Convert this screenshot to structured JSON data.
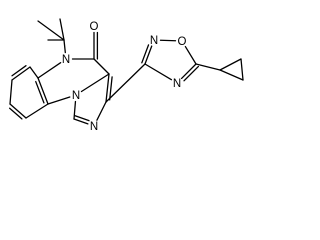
{
  "molecule": {
    "atoms": [
      {
        "id": "me1",
        "element": "C"
      },
      {
        "id": "me2",
        "element": "C"
      },
      {
        "id": "me3",
        "element": "C"
      },
      {
        "id": "cq",
        "element": "C"
      },
      {
        "id": "n5",
        "element": "N",
        "label": "N"
      },
      {
        "id": "c4",
        "element": "C"
      },
      {
        "id": "o4",
        "element": "O",
        "label": "O"
      },
      {
        "id": "c3a",
        "element": "C"
      },
      {
        "id": "c3",
        "element": "C"
      },
      {
        "id": "n2",
        "element": "N",
        "label": "N"
      },
      {
        "id": "c1",
        "element": "C"
      },
      {
        "id": "n10",
        "element": "N",
        "label": "N"
      },
      {
        "id": "c9a",
        "element": "C"
      },
      {
        "id": "c5a",
        "element": "C"
      },
      {
        "id": "b6",
        "element": "C"
      },
      {
        "id": "b7",
        "element": "C"
      },
      {
        "id": "b8",
        "element": "C"
      },
      {
        "id": "b9",
        "element": "C"
      },
      {
        "id": "ox3",
        "element": "C"
      },
      {
        "id": "oxn2",
        "element": "N",
        "label": "N"
      },
      {
        "id": "oxo1",
        "element": "O",
        "label": "O"
      },
      {
        "id": "ox5",
        "element": "C"
      },
      {
        "id": "oxn4",
        "element": "N",
        "label": "N"
      },
      {
        "id": "cp1",
        "element": "C"
      },
      {
        "id": "cp2",
        "element": "C"
      },
      {
        "id": "cp3",
        "element": "C"
      }
    ],
    "bonds": [
      {
        "a": "me1",
        "b": "cq",
        "order": 1
      },
      {
        "a": "me2",
        "b": "cq",
        "order": 1
      },
      {
        "a": "me3",
        "b": "cq",
        "order": 1
      },
      {
        "a": "cq",
        "b": "n5",
        "order": 1
      },
      {
        "a": "n5",
        "b": "c4",
        "order": 1
      },
      {
        "a": "c4",
        "b": "o4",
        "order": 2
      },
      {
        "a": "c4",
        "b": "c3a",
        "order": 1
      },
      {
        "a": "c3a",
        "b": "c3",
        "order": 2
      },
      {
        "a": "c3",
        "b": "n2",
        "order": 1
      },
      {
        "a": "n2",
        "b": "c1",
        "order": 2
      },
      {
        "a": "c1",
        "b": "n10",
        "order": 1
      },
      {
        "a": "n10",
        "b": "c3a",
        "order": 1
      },
      {
        "a": "n10",
        "b": "c9a",
        "order": 1
      },
      {
        "a": "c9a",
        "b": "c5a",
        "order": 2
      },
      {
        "a": "c5a",
        "b": "n5",
        "order": 1
      },
      {
        "a": "c5a",
        "b": "b6",
        "order": 1
      },
      {
        "a": "b6",
        "b": "b7",
        "order": 2
      },
      {
        "a": "b7",
        "b": "b8",
        "order": 1
      },
      {
        "a": "b8",
        "b": "b9",
        "order": 2
      },
      {
        "a": "b9",
        "b": "c9a",
        "order": 1
      },
      {
        "a": "c3",
        "b": "ox3",
        "order": 1
      },
      {
        "a": "ox3",
        "b": "oxn2",
        "order": 2
      },
      {
        "a": "oxn2",
        "b": "oxo1",
        "order": 1
      },
      {
        "a": "oxo1",
        "b": "ox5",
        "order": 1
      },
      {
        "a": "ox5",
        "b": "oxn4",
        "order": 2
      },
      {
        "a": "oxn4",
        "b": "ox3",
        "order": 1
      },
      {
        "a": "ox5",
        "b": "cp1",
        "order": 1
      },
      {
        "a": "cp1",
        "b": "cp2",
        "order": 1
      },
      {
        "a": "cp2",
        "b": "cp3",
        "order": 1
      },
      {
        "a": "cp3",
        "b": "cp1",
        "order": 1
      }
    ]
  }
}
